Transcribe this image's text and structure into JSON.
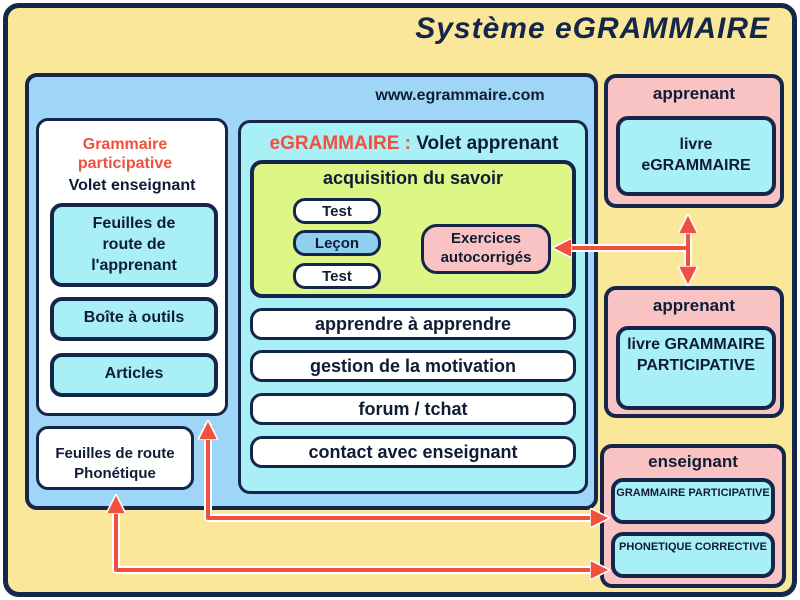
{
  "title": "Système eGRAMMAIRE",
  "website": "www.egrammaire.com",
  "left_panel": {
    "title": "Grammaire participative",
    "subtitle": "Volet enseignant",
    "items": [
      "Feuilles de route de l'apprenant",
      "Boîte à outils",
      "Articles"
    ]
  },
  "phonetique_box": "Feuilles de route Phonétique",
  "center_panel": {
    "title_accent": "eGRAMMAIRE :",
    "title_rest": "Volet apprenant",
    "acquisition": {
      "title": "acquisition du savoir",
      "pills": [
        "Test",
        "Leçon",
        "Test"
      ],
      "exercises": "Exercices autocorrigés"
    },
    "items": [
      "apprendre à apprendre",
      "gestion de la motivation",
      "forum / tchat",
      "contact avec enseignant"
    ]
  },
  "right": {
    "block1": {
      "title": "apprenant",
      "book": "livre eGRAMMAIRE"
    },
    "block2": {
      "title": "apprenant",
      "book": "livre GRAMMAIRE PARTICIPATIVE"
    },
    "block3": {
      "title": "enseignant",
      "books": [
        "GRAMMAIRE PARTICIPATIVE",
        "PHONETIQUE CORRECTIVE"
      ]
    }
  },
  "colors": {
    "arrow": "#f0503e",
    "accent_text": "#f0503e",
    "outline": "#14264a",
    "background": "#fbe79a",
    "website_panel": "#9fd6f7",
    "cyan_box": "#a8f0f6",
    "pink_box": "#f9c3c3",
    "lime_box": "#def685"
  }
}
